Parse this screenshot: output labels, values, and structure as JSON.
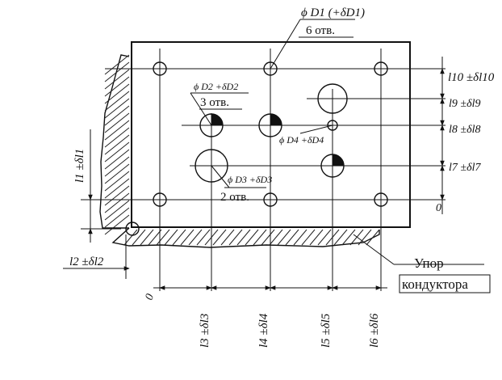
{
  "labels": {
    "d1_tol": "ϕ D1 (+δD1)",
    "d1_count": "6 отв.",
    "d2_tol": "ϕ D2 +δD2",
    "d2_count": "3 отв.",
    "d4_tol": "ϕ D4 +δD4",
    "d3_tol": "ϕ D3 +δD3",
    "d3_count": "2 отв.",
    "l10": "l10 ±δl10",
    "l9": "l9 ±δl9",
    "l8": "l8 ±δl8",
    "l7": "l7 ±δl7",
    "zero_right": "0",
    "l1": "l1 ±δl1",
    "l2": "l2 ±δl2",
    "zero_bottom": "0",
    "l3": "l3 ±δl3",
    "l4": "l4 ±δl4",
    "l5": "l5 ±δl5",
    "l6": "l6 ±δl6",
    "stop_line1": "Упор",
    "stop_line2": "кондуктора"
  }
}
